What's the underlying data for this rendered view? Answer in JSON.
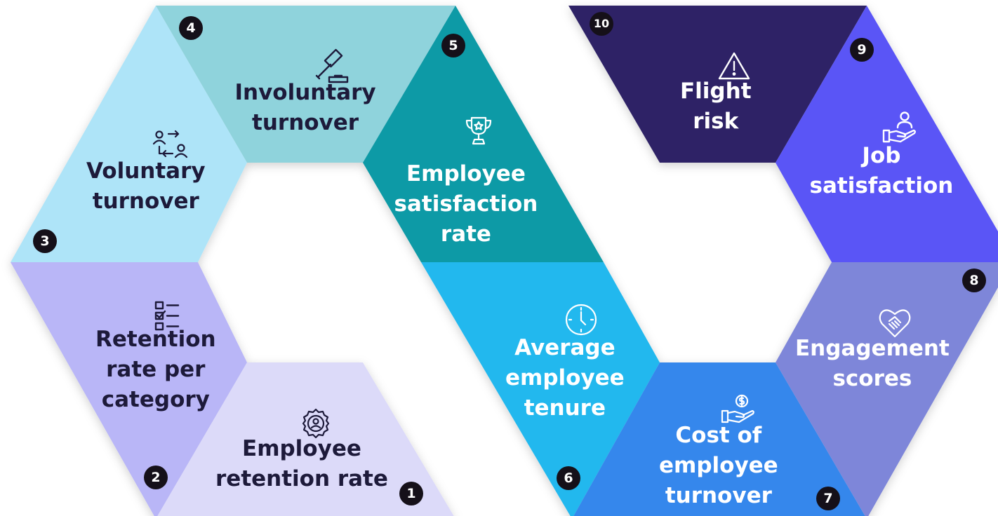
{
  "segments": [
    {
      "number": "1",
      "lines": [
        "Employee",
        "retention rate"
      ],
      "icon": "badge-person-icon",
      "color": "#dcdaf9",
      "text_color": "#1d1a3a"
    },
    {
      "number": "2",
      "lines": [
        "Retention",
        "rate per",
        "category"
      ],
      "icon": "checklist-icon",
      "color": "#b9b6f7",
      "text_color": "#1d1a3a"
    },
    {
      "number": "3",
      "lines": [
        "Voluntary",
        "turnover"
      ],
      "icon": "people-swap-icon",
      "color": "#aee4f8",
      "text_color": "#1d1a3a"
    },
    {
      "number": "4",
      "lines": [
        "Involuntary",
        "turnover"
      ],
      "icon": "gavel-icon",
      "color": "#8fd3dc",
      "text_color": "#1d1a3a"
    },
    {
      "number": "5",
      "lines": [
        "Employee",
        "satisfaction",
        "rate"
      ],
      "icon": "trophy-icon",
      "color": "#0b9aa6",
      "text_color": "#ffffff"
    },
    {
      "number": "6",
      "lines": [
        "Average",
        "employee",
        "tenure"
      ],
      "icon": "clock-icon",
      "color": "#22b8ee",
      "text_color": "#ffffff"
    },
    {
      "number": "7",
      "lines": [
        "Cost of",
        "employee",
        "turnover"
      ],
      "icon": "hand-dollar-icon",
      "color": "#3587ec",
      "text_color": "#ffffff"
    },
    {
      "number": "8",
      "lines": [
        "Engagement",
        "scores"
      ],
      "icon": "heart-handshake-icon",
      "color": "#7e86d9",
      "text_color": "#ffffff"
    },
    {
      "number": "9",
      "lines": [
        "Job",
        "satisfaction"
      ],
      "icon": "hand-person-icon",
      "color": "#5a55f6",
      "text_color": "#ffffff"
    },
    {
      "number": "10",
      "lines": [
        "Flight",
        "risk"
      ],
      "icon": "warning-icon",
      "color": "#2e2166",
      "text_color": "#ffffff"
    }
  ]
}
